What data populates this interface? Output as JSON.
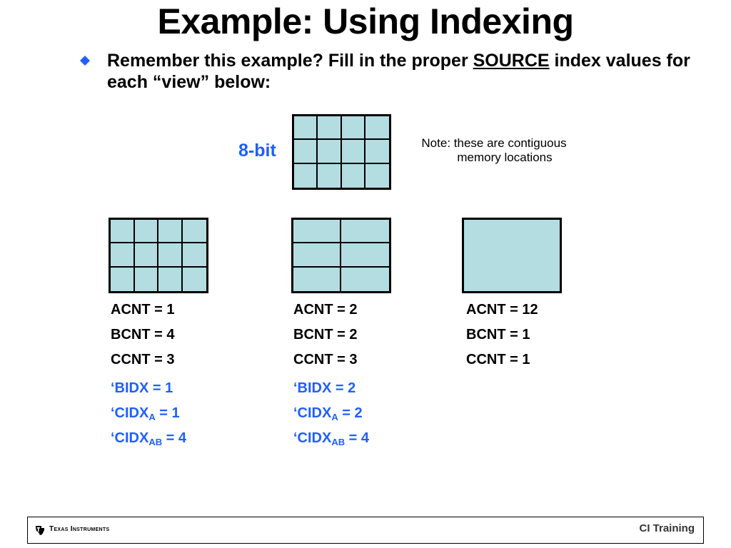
{
  "title": "Example: Using Indexing",
  "bullet": {
    "text_before": "Remember this example? Fill in the proper ",
    "text_underlined": "SOURCE",
    "text_after": " index values for each “view” below:"
  },
  "source_label": "8-bit",
  "note": {
    "line1": "Note: these are contiguous",
    "line2": "memory locations"
  },
  "views": [
    {
      "acnt": "ACNT = 1",
      "bcnt": "BCNT = 4",
      "ccnt": "CCNT = 3",
      "bidx": "‘BIDX = 1",
      "cidx_a_prefix": "‘CIDX",
      "cidx_a_sub": "A",
      "cidx_a_value": " = 1",
      "cidx_ab_prefix": "‘CIDX",
      "cidx_ab_sub": "AB",
      "cidx_ab_value": " = 4"
    },
    {
      "acnt": "ACNT = 2",
      "bcnt": "BCNT = 2",
      "ccnt": "CCNT = 3",
      "bidx": "‘BIDX = 2",
      "cidx_a_prefix": "‘CIDX",
      "cidx_a_sub": "A",
      "cidx_a_value": " = 2",
      "cidx_ab_prefix": "‘CIDX",
      "cidx_ab_sub": "AB",
      "cidx_ab_value": " = 4"
    },
    {
      "acnt": "ACNT = 12",
      "bcnt": "BCNT = 1",
      "ccnt": "CCNT = 1"
    }
  ],
  "footer": {
    "company": "Texas Instruments",
    "course": "CI Training"
  },
  "colors": {
    "cell_fill": "#b3dde0",
    "accent_blue": "#1f5fff",
    "bullet_blue": "#1f5fff"
  }
}
